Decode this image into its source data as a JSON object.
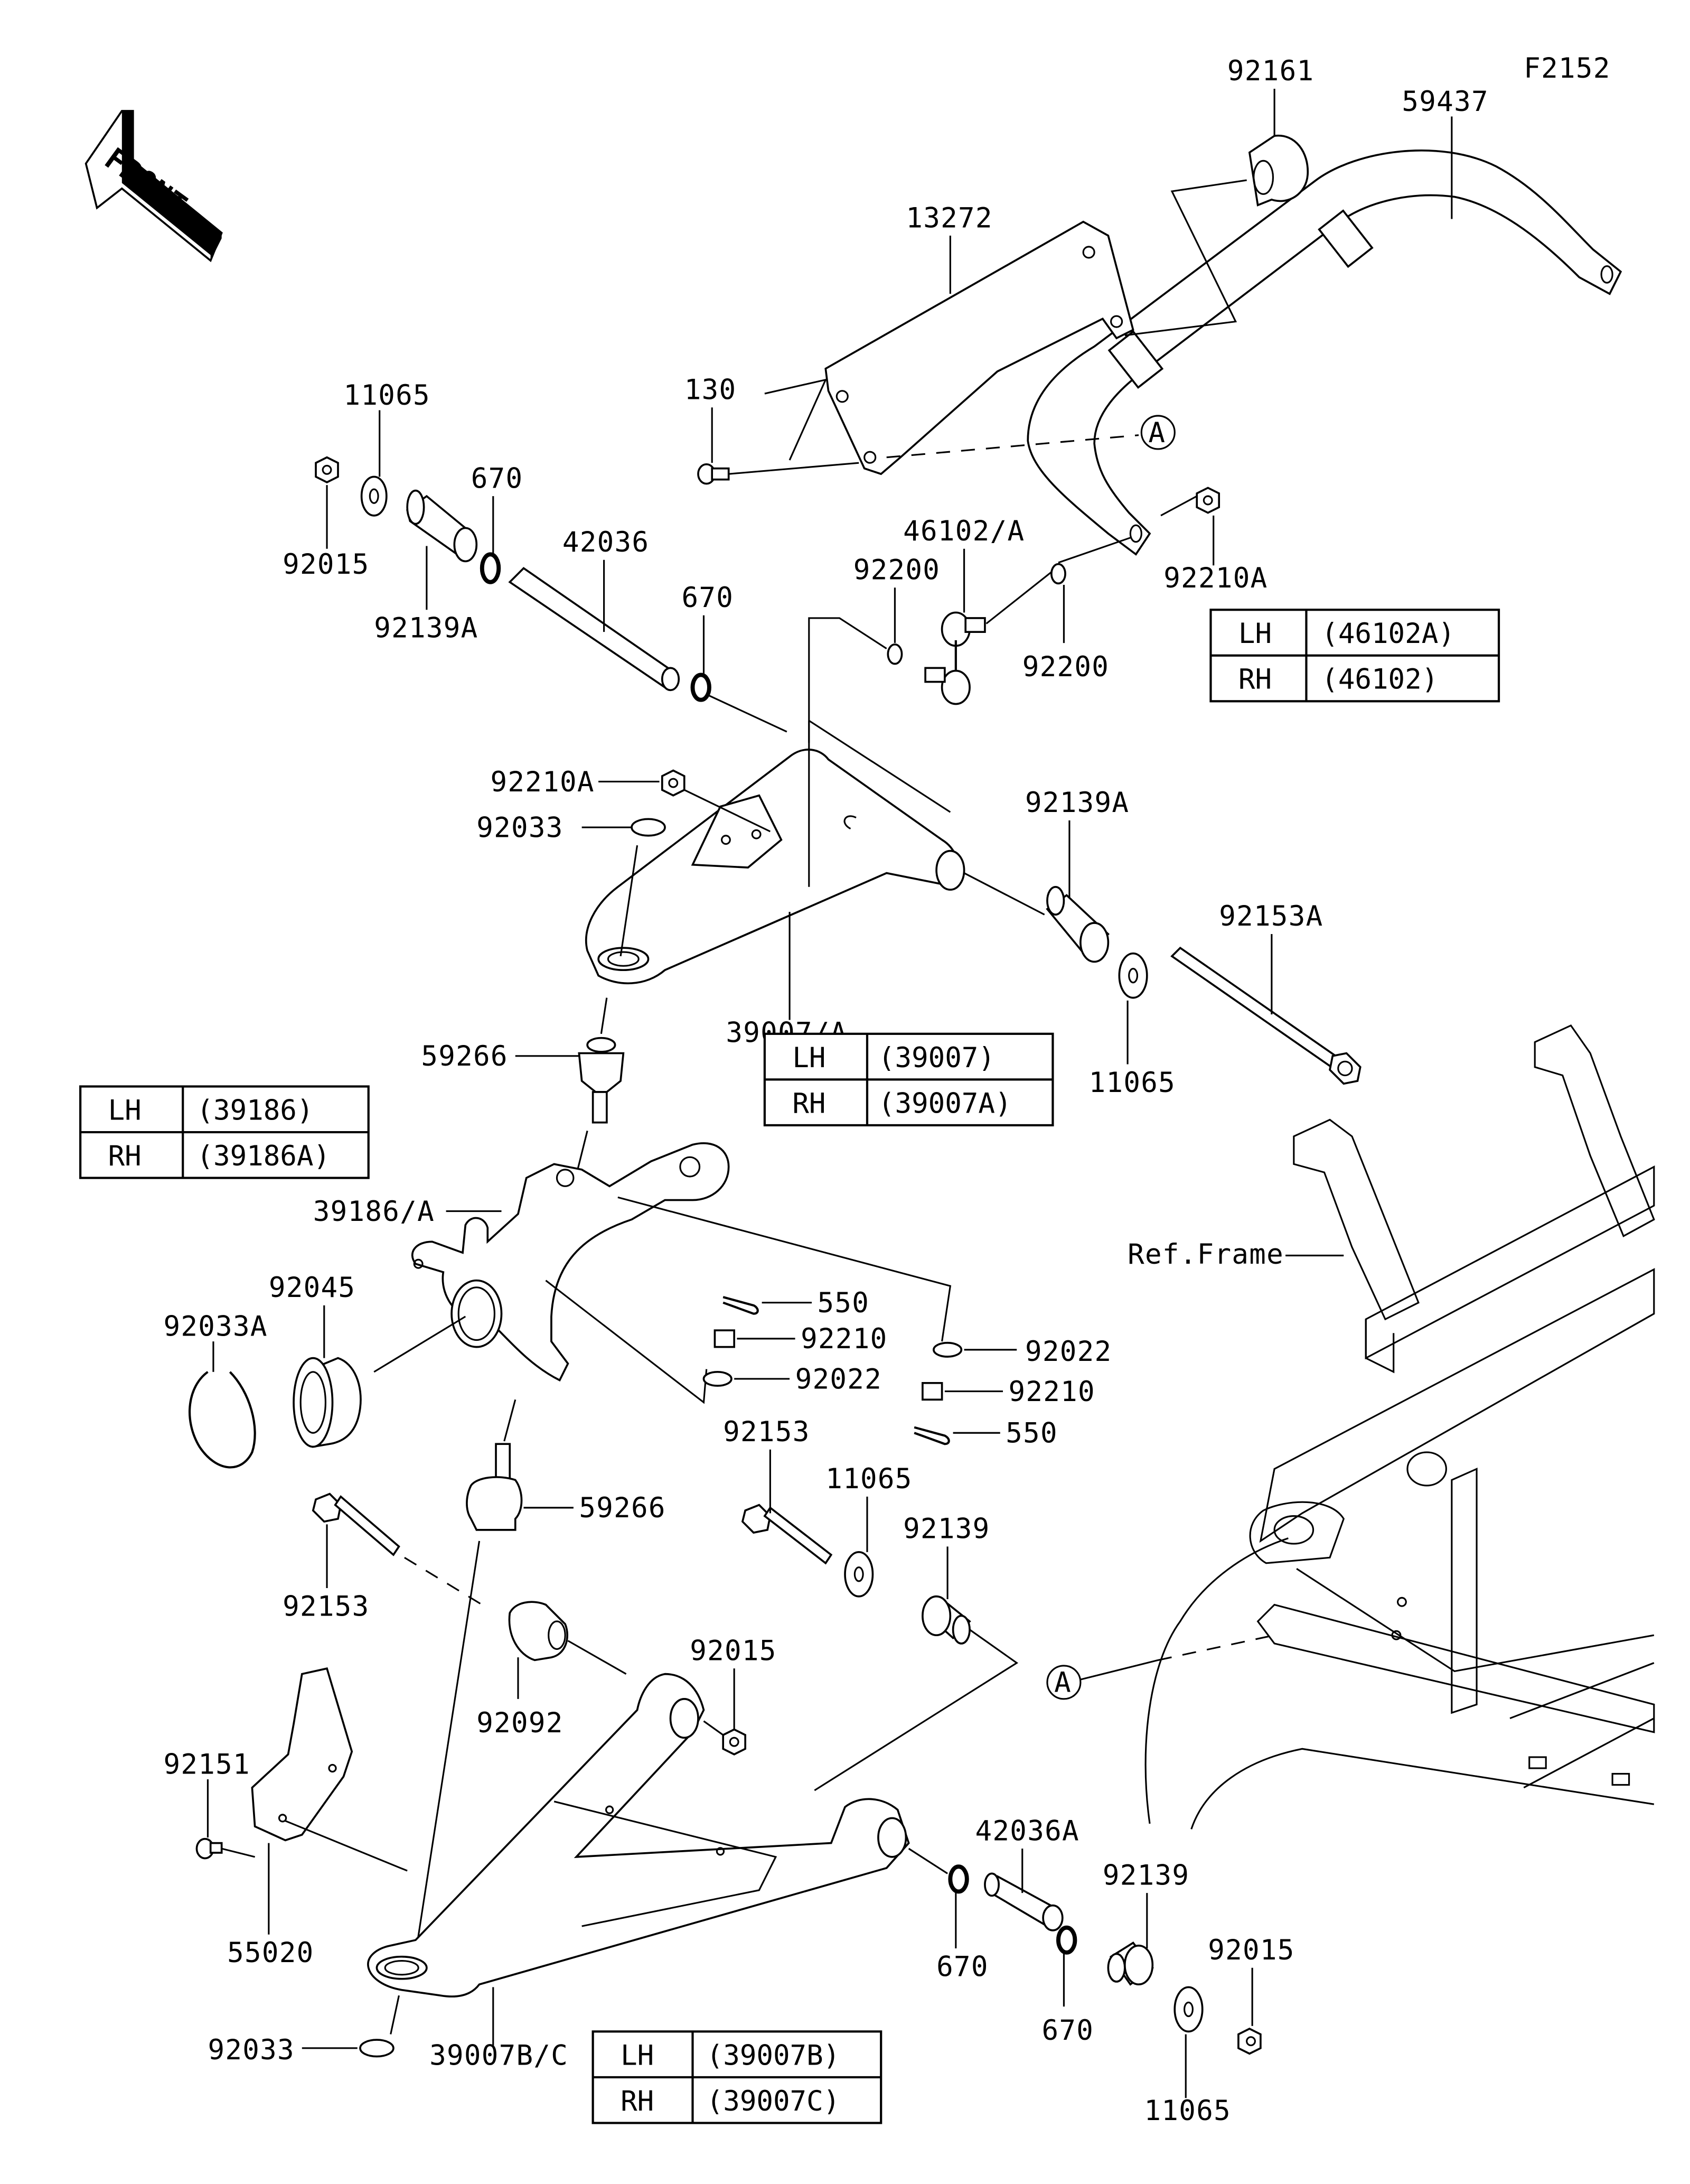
{
  "figure_id": "F2152",
  "front_arrow": {
    "label": "FRONT"
  },
  "reference_marker": "A",
  "parts": {
    "p92161": "92161",
    "p59437": "59437",
    "p13272": "13272",
    "p130": "130",
    "p11065_top": "11065",
    "p670_top_a": "670",
    "p670_top_b": "670",
    "p42036": "42036",
    "p92015_top": "92015",
    "p92139A_top": "92139A",
    "p46102A": "46102/A",
    "p92200_a": "92200",
    "p92200_b": "92200",
    "p92210A_top": "92210A",
    "p92210A_mid": "92210A",
    "p92033_top": "92033",
    "p92139A_mid": "92139A",
    "p92153A": "92153A",
    "p11065_mid": "11065",
    "p39007A": "39007/A",
    "p59266_top": "59266",
    "p39186A": "39186/A",
    "p92045": "92045",
    "p92033A": "92033A",
    "p550_a": "550",
    "p92210_a": "92210",
    "p92022_a": "92022",
    "p92022_b": "92022",
    "p92210_b": "92210",
    "p550_b": "550",
    "p92153_mid": "92153",
    "p11065_low": "11065",
    "p92139_mid": "92139",
    "p59266_low": "59266",
    "p92153_left": "92153",
    "p92092": "92092",
    "p92015_mid": "92015",
    "p92151": "92151",
    "p55020": "55020",
    "p92033_low": "92033",
    "p39007BC": "39007B/C",
    "p42036A": "42036A",
    "p670_low_a": "670",
    "p670_low_b": "670",
    "p92139_low": "92139",
    "p92015_low": "92015",
    "p11065_bottom": "11065",
    "ref_frame": "Ref.Frame"
  },
  "tables": {
    "stabilizer_link": {
      "rows": [
        {
          "side": "LH",
          "part": "(46102A)"
        },
        {
          "side": "RH",
          "part": "(46102)"
        }
      ]
    },
    "upper_arm": {
      "rows": [
        {
          "side": "LH",
          "part": "(39007)"
        },
        {
          "side": "RH",
          "part": "(39007A)"
        }
      ]
    },
    "knuckle": {
      "rows": [
        {
          "side": "LH",
          "part": "(39186)"
        },
        {
          "side": "RH",
          "part": "(39186A)"
        }
      ]
    },
    "lower_arm": {
      "rows": [
        {
          "side": "LH",
          "part": "(39007B)"
        },
        {
          "side": "RH",
          "part": "(39007C)"
        }
      ]
    }
  }
}
